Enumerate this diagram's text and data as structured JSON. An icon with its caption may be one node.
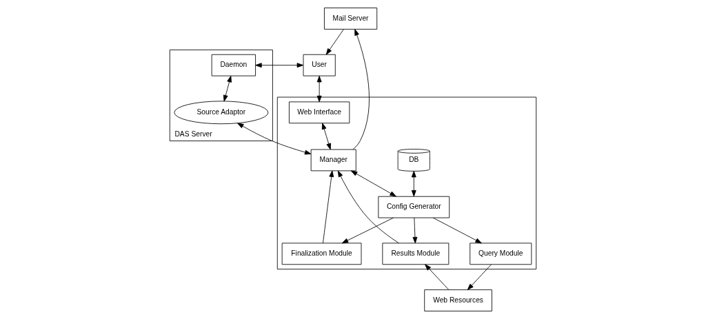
{
  "diagram": {
    "nodes": [
      {
        "text": [
          "DAS Server"
        ]
      },
      {
        "text": [
          "Daemon"
        ],
        "in": 0
      },
      {
        "text": [
          "Source Adaptor"
        ],
        "in": 0
      },
      {
        "text": [
          "User"
        ]
      },
      {
        "text": [
          "Mail Server"
        ]
      },
      {
        "text": [],
        "shape": "box"
      },
      {
        "text": [
          "Web Interface"
        ],
        "in": 5
      },
      {
        "text": [
          "DB"
        ],
        "in": 5
      },
      {
        "text": [
          "Manager"
        ],
        "in": 5
      },
      {
        "text": [
          "Config Generator"
        ],
        "in": 5
      },
      {
        "text": [
          "Query Module"
        ],
        "in": 5
      },
      {
        "text": [
          "Results Module"
        ],
        "in": 5
      },
      {
        "text": [
          "Finalization Module"
        ],
        "in": 5
      },
      {
        "text": [
          "Web Resources"
        ]
      }
    ],
    "edges": [
      {
        "from": 3,
        "to": 1,
        "arrow": "both"
      },
      {
        "from": 3,
        "to": 6,
        "arrow": "both"
      },
      {
        "from": 4,
        "to": 3,
        "arrow": "to"
      },
      {
        "from": 1,
        "to": 2,
        "arrow": "both"
      },
      {
        "from": 8,
        "to": 4,
        "arrow": "to"
      },
      {
        "from": 6,
        "to": 8,
        "arrow": "both"
      },
      {
        "from": 2,
        "to": 8,
        "arrow": "both"
      },
      {
        "from": 8,
        "to": 9,
        "arrow": "both"
      },
      {
        "from": 7,
        "to": 9,
        "arrow": "both"
      },
      {
        "from": 9,
        "to": 10,
        "arrow": "to"
      },
      {
        "from": 9,
        "to": 11,
        "arrow": "to"
      },
      {
        "from": 9,
        "to": 12,
        "arrow": "to"
      },
      {
        "from": 10,
        "to": 13,
        "arrow": "to"
      },
      {
        "from": 13,
        "to": 11,
        "arrow": "to"
      },
      {
        "from": 12,
        "to": 8,
        "arrow": "to"
      },
      {
        "from": 11,
        "to": 8,
        "arrow": "to"
      }
    ]
  }
}
